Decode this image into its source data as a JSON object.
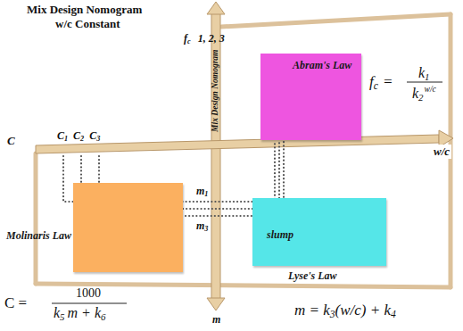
{
  "diagram": {
    "title": "Mix Design Nomogram",
    "nodes": [
      {
        "text": [
          "Abram's Law"
        ]
      },
      {
        "text": [
          "Molinaris Law"
        ]
      },
      {
        "text": [
          "slump",
          "Lyse's Law"
        ]
      }
    ],
    "edges": [
      {
        "from": 1,
        "to": 2,
        "arrow": "none"
      },
      {
        "from": 2,
        "to": 0,
        "arrow": "none"
      }
    ],
    "labels": [
      "w/c Constant",
      "Mix Design Nomogram",
      "f",
      "c",
      "1, 2, 3",
      "C",
      "C",
      "1",
      "C",
      "2",
      "C",
      "3",
      "w/c",
      "m",
      "1",
      "m",
      "3",
      "m",
      "f",
      "c",
      "=",
      "k",
      "1",
      "k",
      "2",
      "w/c",
      "C =",
      "1000",
      "k",
      "5",
      "m + k",
      "6",
      "m = k",
      "3",
      "(w/c) + k",
      "4"
    ]
  }
}
